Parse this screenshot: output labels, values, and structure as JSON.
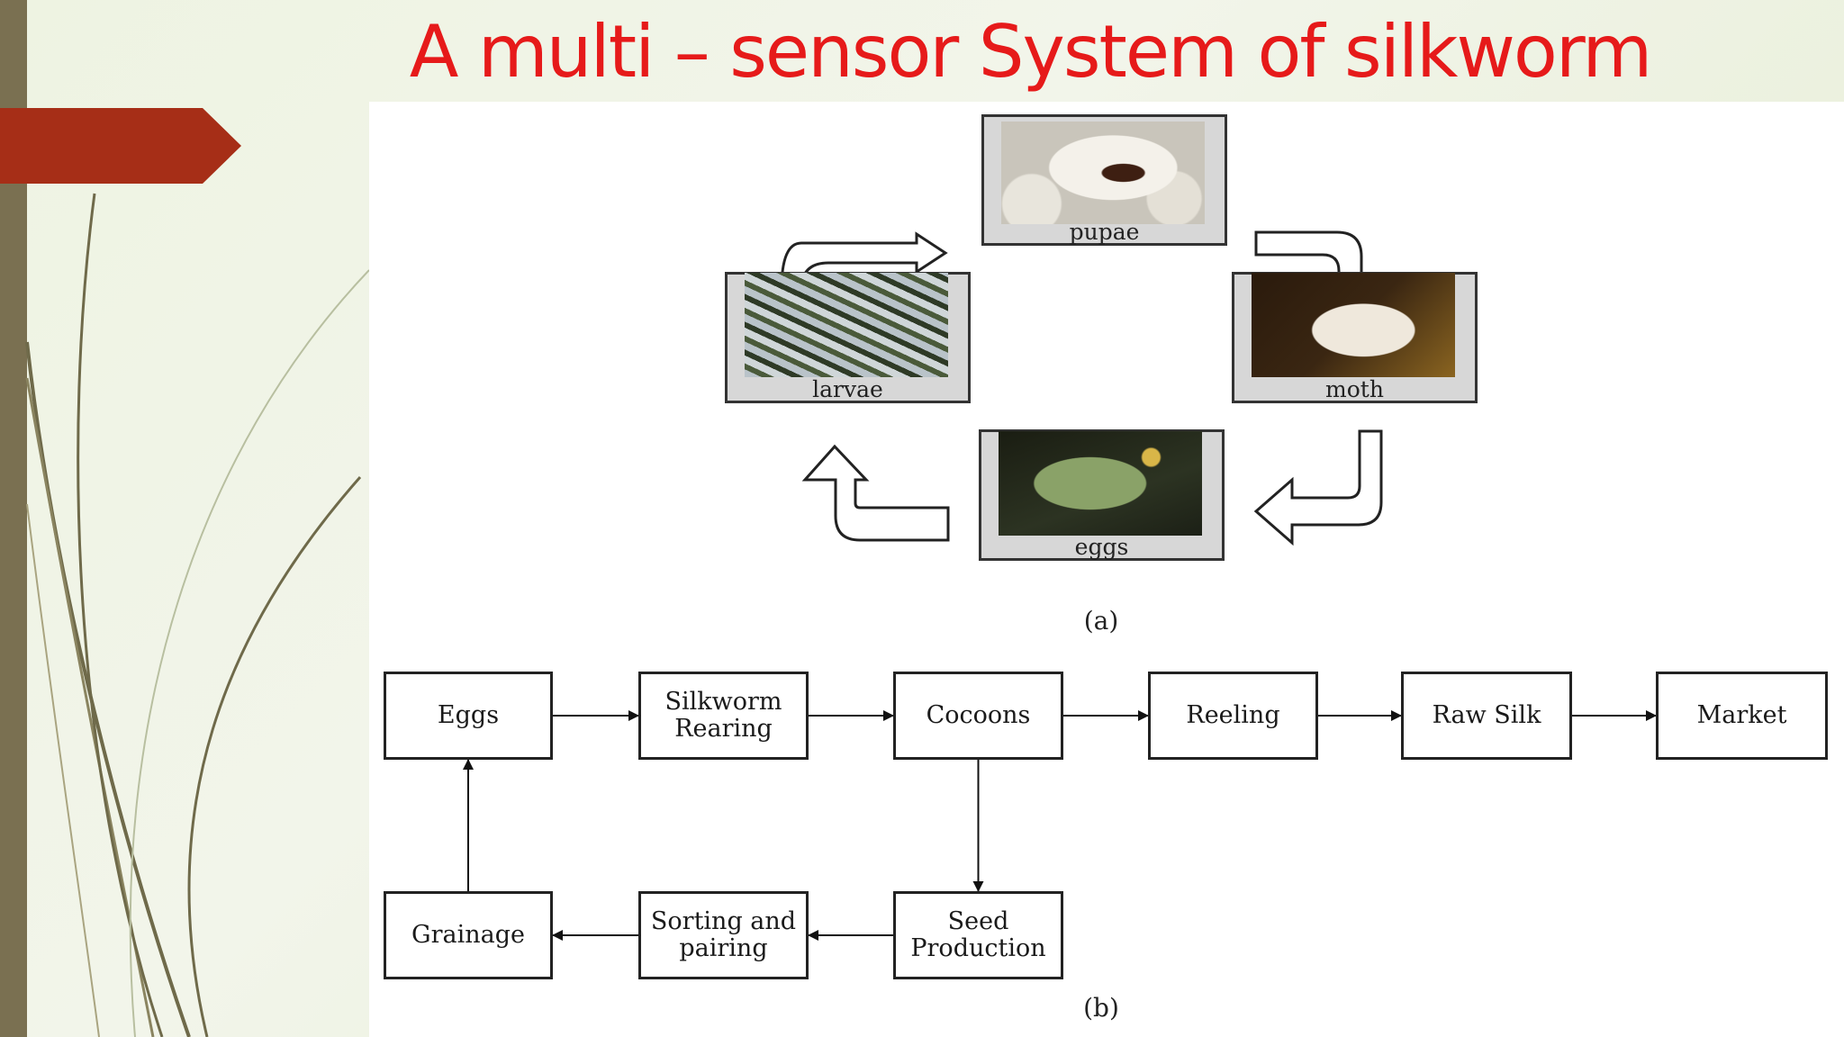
{
  "slide": {
    "title": "A multi – sensor System of silkworm"
  },
  "lifecycle": {
    "caption": "(a)",
    "stages": [
      {
        "id": "pupae",
        "label": "pupae"
      },
      {
        "id": "moth",
        "label": "moth"
      },
      {
        "id": "eggs",
        "label": "eggs"
      },
      {
        "id": "larvae",
        "label": "larvae"
      }
    ]
  },
  "process": {
    "caption": "(b)",
    "nodes": [
      {
        "id": "eggs",
        "label": "Eggs"
      },
      {
        "id": "silkworm-rearing",
        "label": "Silkworm Rearing"
      },
      {
        "id": "cocoons",
        "label": "Cocoons"
      },
      {
        "id": "reeling",
        "label": "Reeling"
      },
      {
        "id": "raw-silk",
        "label": "Raw Silk"
      },
      {
        "id": "market",
        "label": "Market"
      },
      {
        "id": "seed-production",
        "label": "Seed Production"
      },
      {
        "id": "sorting-pairing",
        "label": "Sorting and pairing"
      },
      {
        "id": "grainage",
        "label": "Grainage"
      }
    ],
    "edges": [
      [
        "eggs",
        "silkworm-rearing"
      ],
      [
        "silkworm-rearing",
        "cocoons"
      ],
      [
        "cocoons",
        "reeling"
      ],
      [
        "reeling",
        "raw-silk"
      ],
      [
        "raw-silk",
        "market"
      ],
      [
        "cocoons",
        "seed-production"
      ],
      [
        "seed-production",
        "sorting-pairing"
      ],
      [
        "sorting-pairing",
        "grainage"
      ],
      [
        "grainage",
        "eggs"
      ]
    ]
  },
  "colors": {
    "title": "#e61a1a",
    "left_bar": "#7a7051",
    "accent_tab": "#a62e17"
  }
}
